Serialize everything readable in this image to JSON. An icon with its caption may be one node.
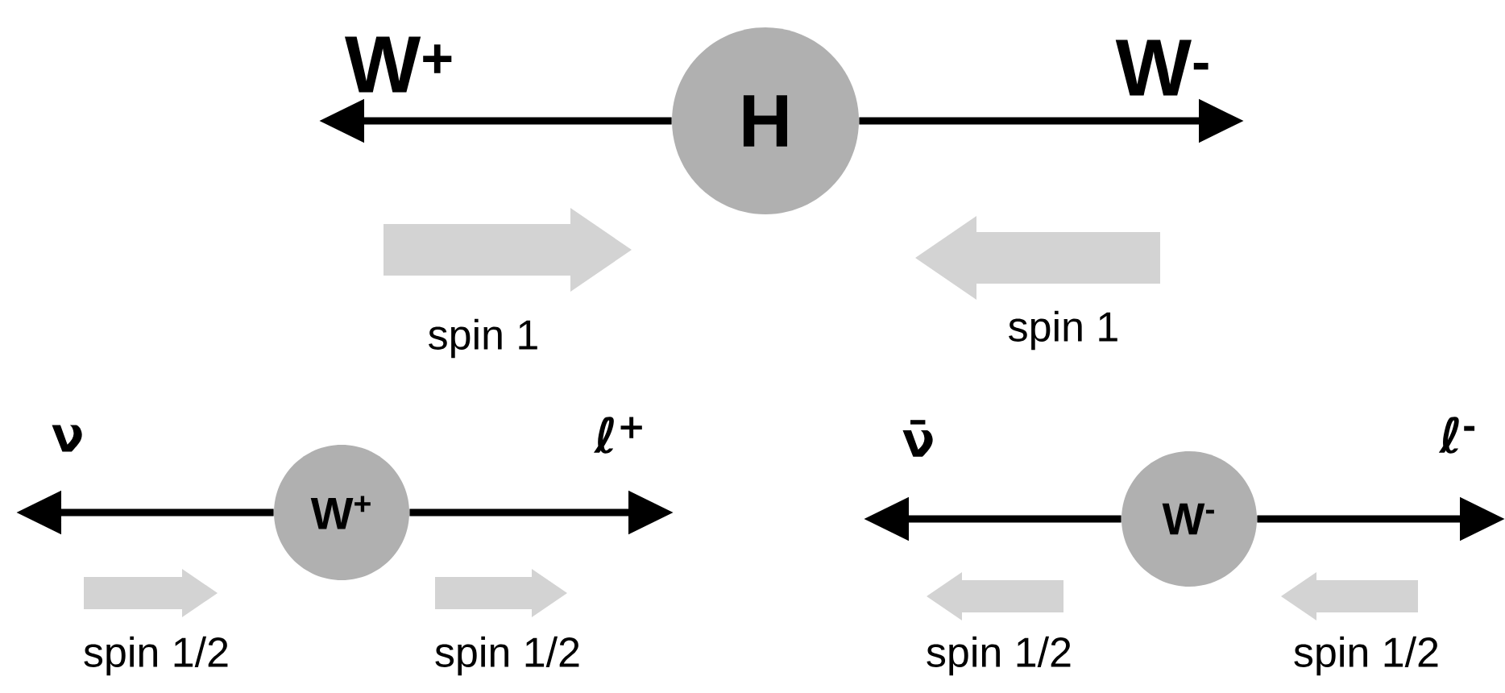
{
  "diagram": {
    "nodes": [
      {
        "text": [
          "W$^{+}$"
        ]
      },
      {
        "text": [
          "H"
        ]
      },
      {
        "text": [
          "W$^{-}$"
        ]
      },
      {
        "text": [
          "ν"
        ]
      },
      {
        "text": [
          "W$^{+}$"
        ]
      },
      {
        "text": [
          "ℓ$^{+}$"
        ]
      },
      {
        "text": [
          "ν̄"
        ]
      },
      {
        "text": [
          "W$^{-}$"
        ]
      },
      {
        "text": [
          "ℓ$^{-}$"
        ]
      }
    ],
    "edges": [
      {
        "from": 1,
        "to": 0,
        "arrow": "to"
      },
      {
        "from": 1,
        "to": 2,
        "arrow": "to"
      },
      {
        "from": 4,
        "to": 3,
        "arrow": "to"
      },
      {
        "from": 4,
        "to": 5,
        "arrow": "to"
      },
      {
        "from": 7,
        "to": 6,
        "arrow": "to"
      },
      {
        "from": 7,
        "to": 8,
        "arrow": "to"
      }
    ],
    "labels": [
      "spin 1",
      "spin 1",
      "spin 1/2",
      "spin 1/2",
      "spin 1/2",
      "spin 1/2"
    ]
  }
}
